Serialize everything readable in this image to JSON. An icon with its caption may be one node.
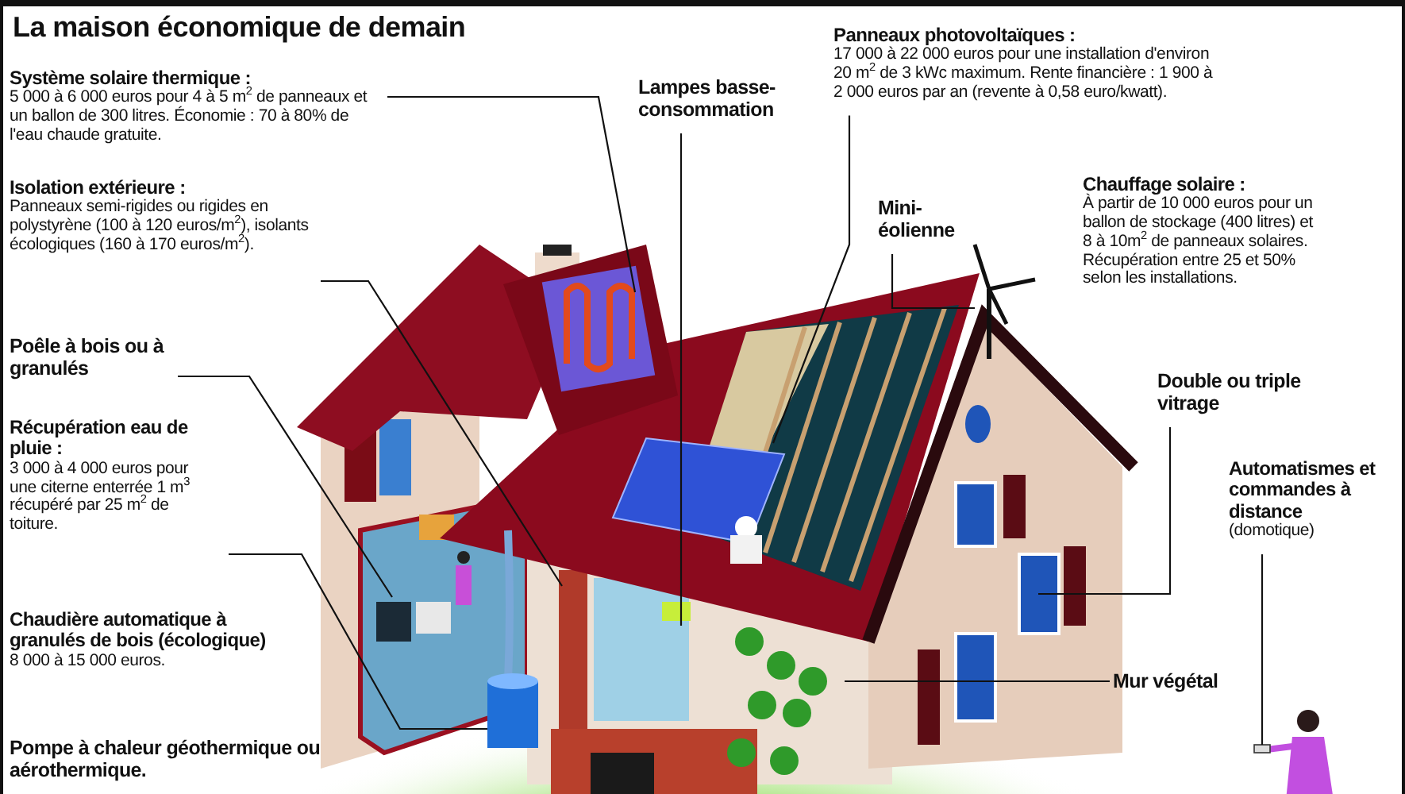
{
  "diagram": {
    "title": "La maison économique de demain",
    "nodes": [
      {
        "text": [
          "Système solaire thermique :",
          "5 000 à 6 000 euros pour 4 à 5 m$^{2}$ de panneaux et un ballon de 300 litres. Économie : 70 à 80% de l'eau chaude gratuite."
        ]
      },
      {
        "text": [
          "Isolation extérieure :",
          "Panneaux semi-rigides ou rigides en polystyrène (100 à 120 euros/m$^{2}$), isolants écologiques (160 à 170 euros/m$^{2}$)."
        ]
      },
      {
        "text": [
          "Poêle à bois ou à granulés"
        ]
      },
      {
        "text": [
          "Récupération eau de pluie :",
          "3 000 à 4 000 euros pour une citerne enterrée 1 m$^{3}$ récupéré par 25 m$^{2}$ de toiture."
        ]
      },
      {
        "text": [
          "Chaudière automatique à granulés de bois (écologique)",
          "8 000 à 15 000 euros."
        ]
      },
      {
        "text": [
          "Pompe à chaleur géothermique ou aérothermique."
        ]
      },
      {
        "text": [
          "Lampes basse-consommation"
        ]
      },
      {
        "text": [
          "Panneaux photovoltaïques :",
          "17 000 à 22 000 euros pour une installation d'environ 20 m$^{2}$ de 3 kWc maximum. Rente financière : 1 900 à 2 000 euros par an (revente à 0,58 euro/kwatt)."
        ]
      },
      {
        "text": [
          "Mini-éolienne"
        ]
      },
      {
        "text": [
          "Chauffage solaire :",
          "À partir de 10 000 euros pour un ballon de stockage (400 litres) et 8 à 10m$^{2}$ de panneaux solaires. Récupération entre 25 et 50% selon les installations."
        ]
      },
      {
        "text": [
          "Double ou triple vitrage"
        ]
      },
      {
        "text": [
          "Automatismes et commandes à distance",
          "(domotique)"
        ]
      },
      {
        "text": [
          "Mur végétal"
        ]
      }
    ],
    "edges": [
      {
        "from": 0,
        "to": null,
        "arrow": "none"
      },
      {
        "from": 1,
        "to": null,
        "arrow": "none"
      },
      {
        "from": 2,
        "to": null,
        "arrow": "none"
      },
      {
        "from": 3,
        "to": null,
        "arrow": "none"
      },
      {
        "from": 6,
        "to": null,
        "arrow": "none"
      },
      {
        "from": 7,
        "to": null,
        "arrow": "none"
      },
      {
        "from": 8,
        "to": null,
        "arrow": "none"
      },
      {
        "from": 10,
        "to": null,
        "arrow": "none"
      },
      {
        "from": 11,
        "to": null,
        "arrow": "none"
      },
      {
        "from": 12,
        "to": null,
        "arrow": "none"
      }
    ]
  }
}
